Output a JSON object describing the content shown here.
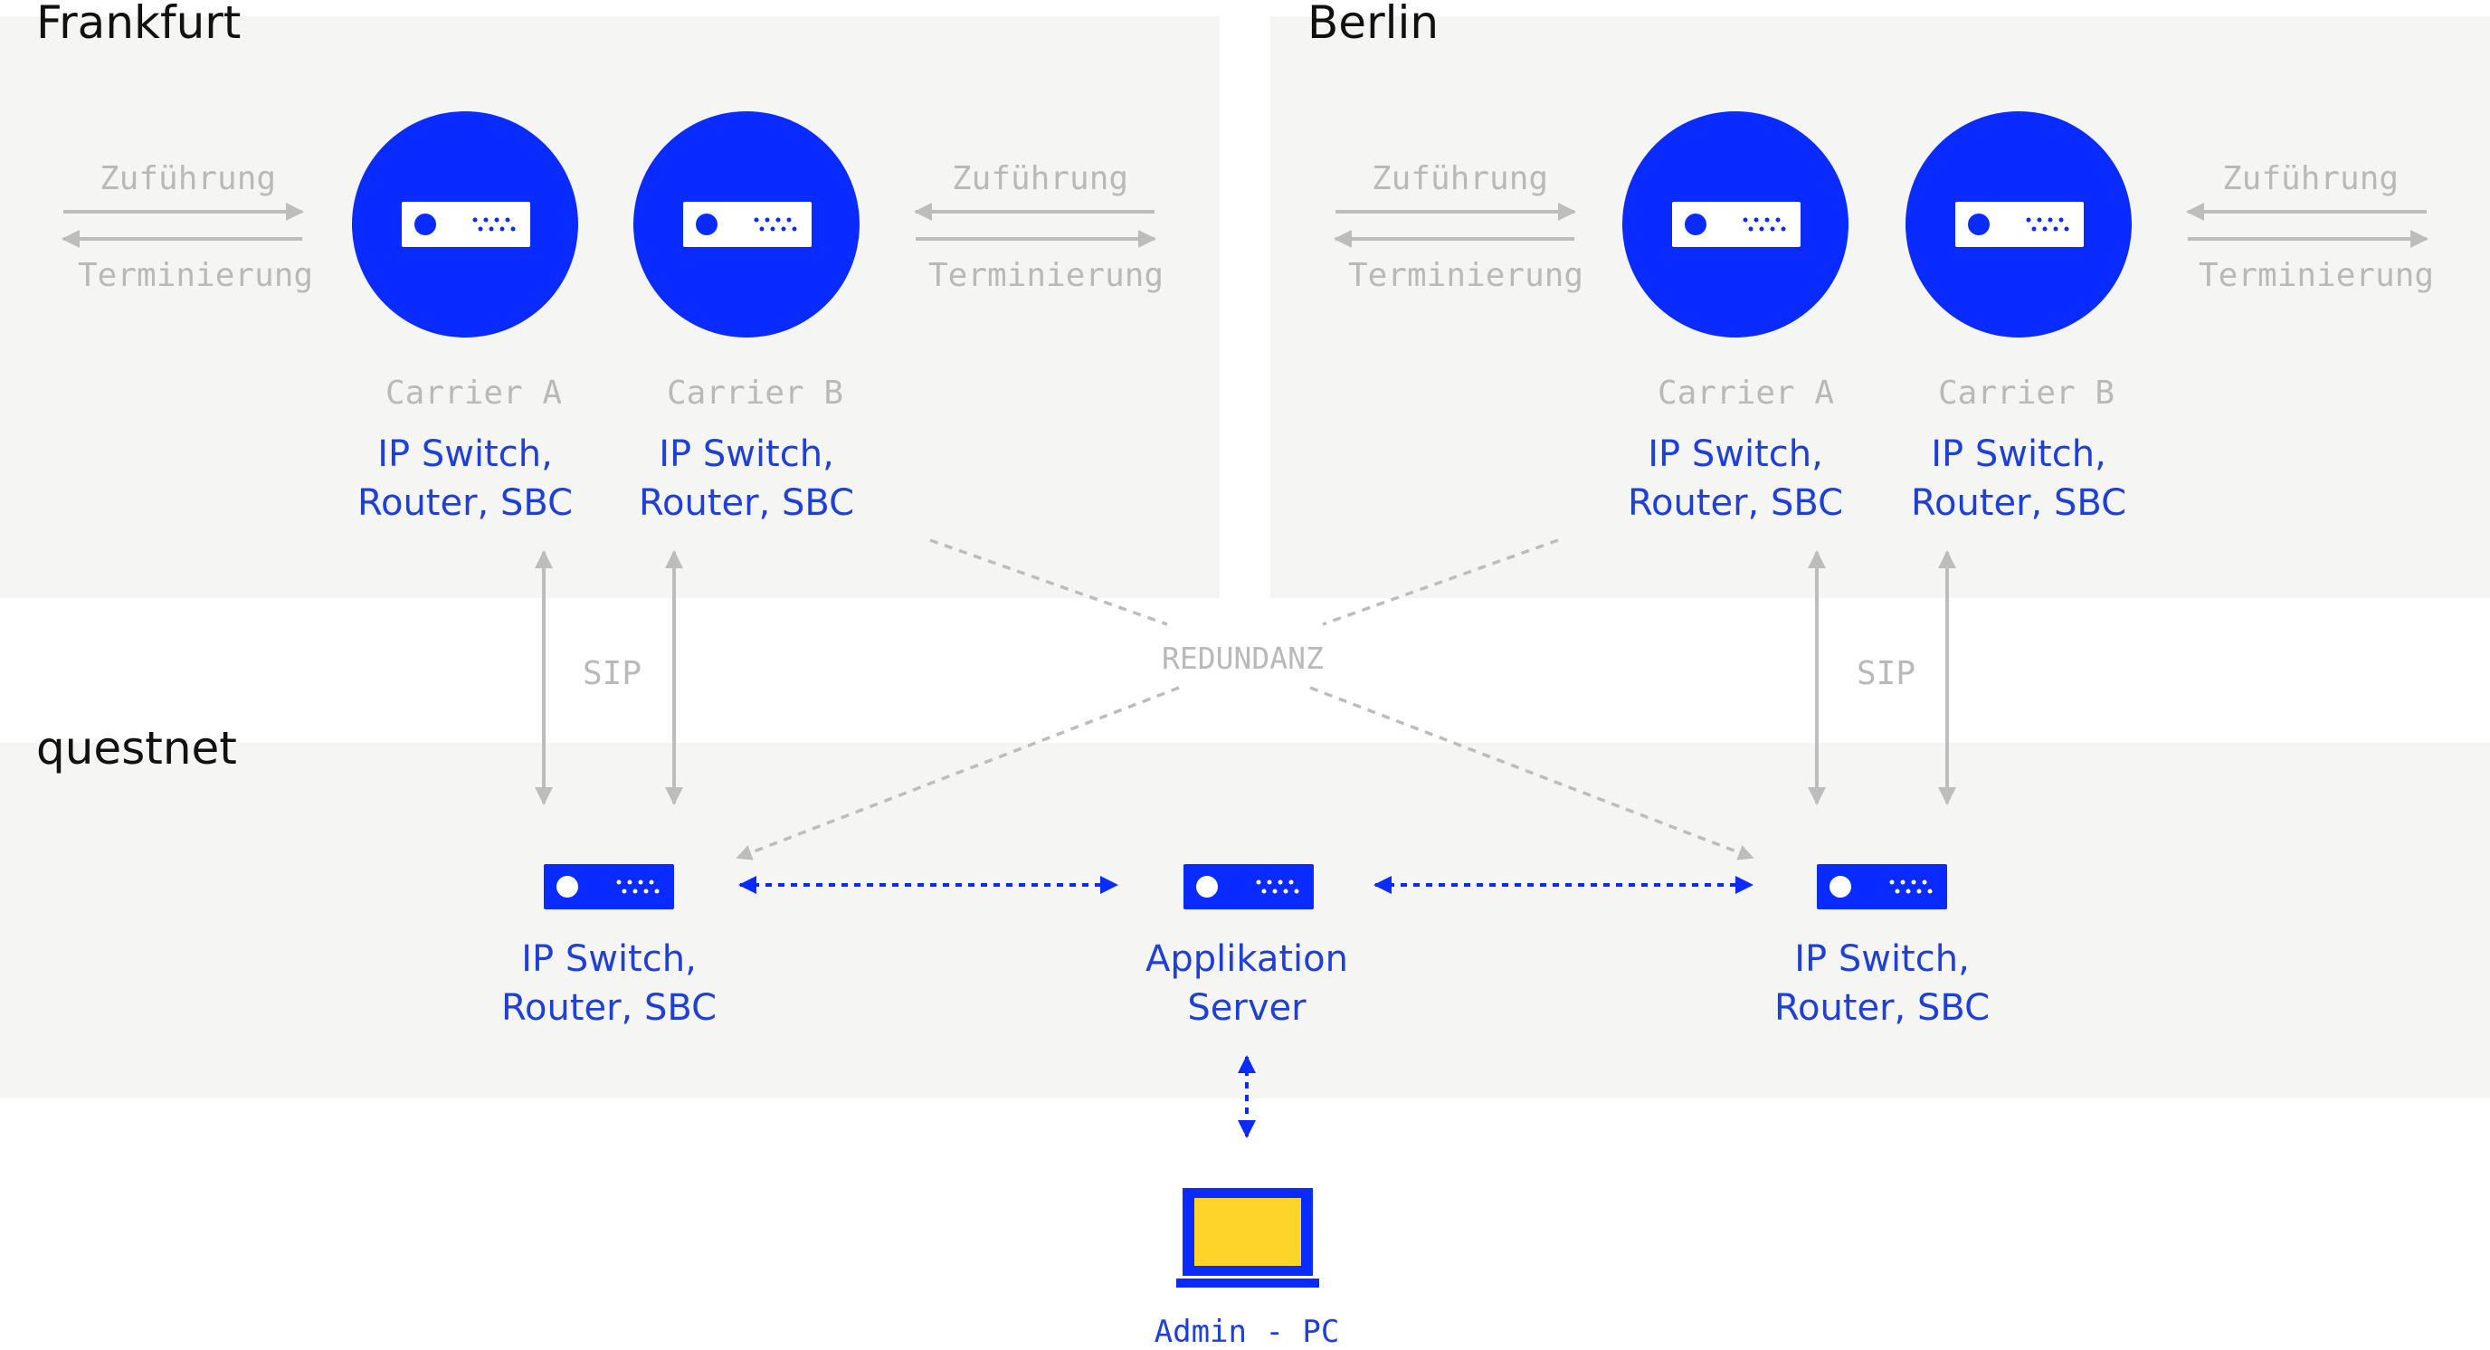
{
  "regions": {
    "frankfurt": "Frankfurt",
    "berlin": "Berlin",
    "questnet": "questnet"
  },
  "feed": {
    "zufuehrung": "Zuführung",
    "terminierung": "Terminierung"
  },
  "carriers": {
    "a": "Carrier A",
    "b": "Carrier B"
  },
  "device": {
    "line1": "IP Switch,",
    "line2": "Router, SBC"
  },
  "app_server": {
    "line1": "Applikation",
    "line2": "Server"
  },
  "sip": "SIP",
  "redundanz": "REDUNDANZ",
  "admin_pc": "Admin - PC",
  "colors": {
    "blue": "#0a2bff",
    "label_blue": "#1e3fd8",
    "gray_text": "#b9b9b9",
    "panel": "#f5f5f4",
    "screen_yellow": "#ffd42a"
  },
  "icons": [
    "network-device-icon",
    "laptop-icon"
  ]
}
